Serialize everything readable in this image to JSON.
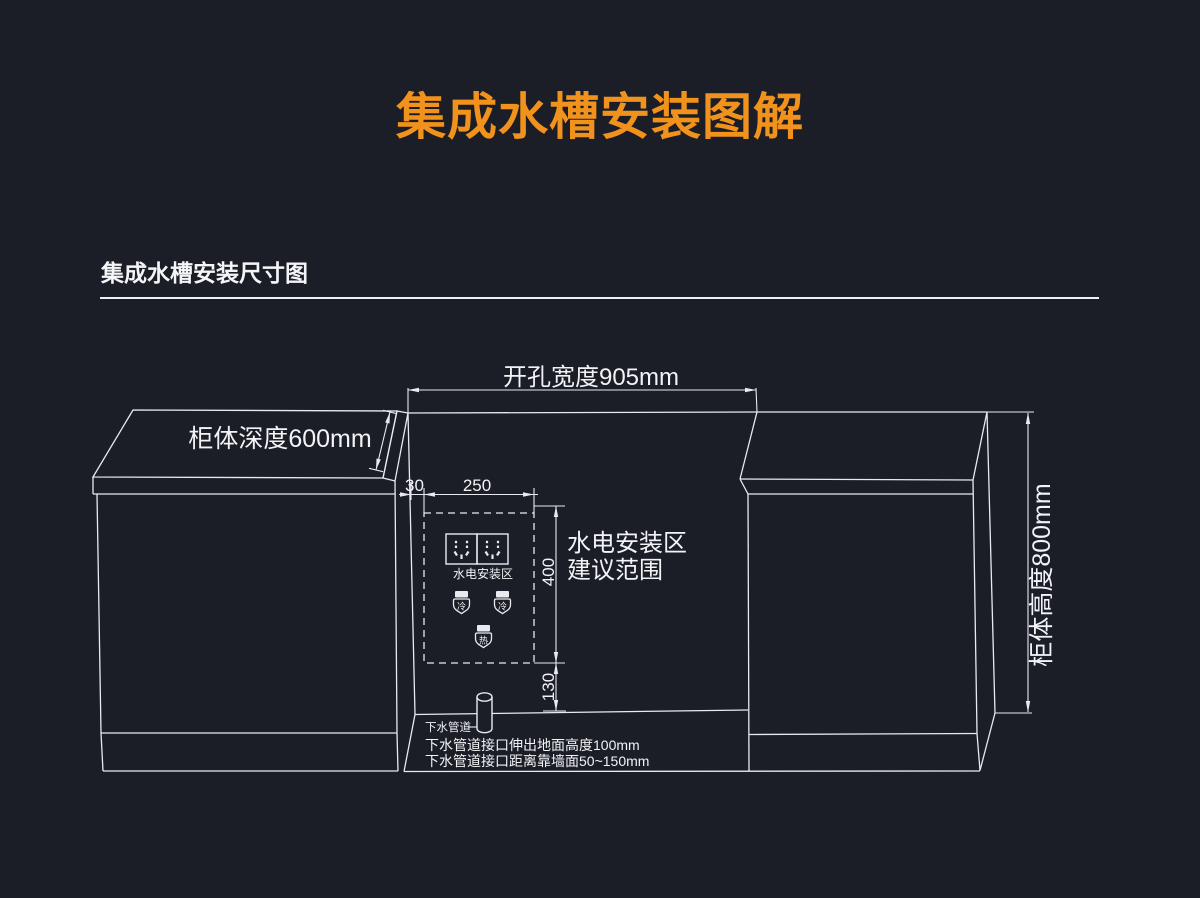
{
  "page": {
    "title": "集成水槽安装图解",
    "accent": "#f1921d",
    "background": "#1b1e27"
  },
  "section": {
    "heading": "集成水槽安装尺寸图"
  },
  "diagram": {
    "dims": {
      "opening_width": "开孔宽度905mm",
      "cabinet_depth": "柜体深度600mm",
      "cabinet_height": "柜体高度800mm",
      "zone_offset": "30",
      "zone_width": "250",
      "zone_height": "400",
      "zone_bottom": "130"
    },
    "zone": {
      "big_label_line1": "水电安装区",
      "big_label_line2": "建议范围",
      "socket_label": "水电安装区"
    },
    "water": {
      "cold": "冷",
      "hot": "热"
    },
    "drain": {
      "pipe_label": "下水管道",
      "note1": "下水管道接口伸出地面高度100mm",
      "note2": "下水管道接口距离靠墙面50~150mm"
    }
  }
}
